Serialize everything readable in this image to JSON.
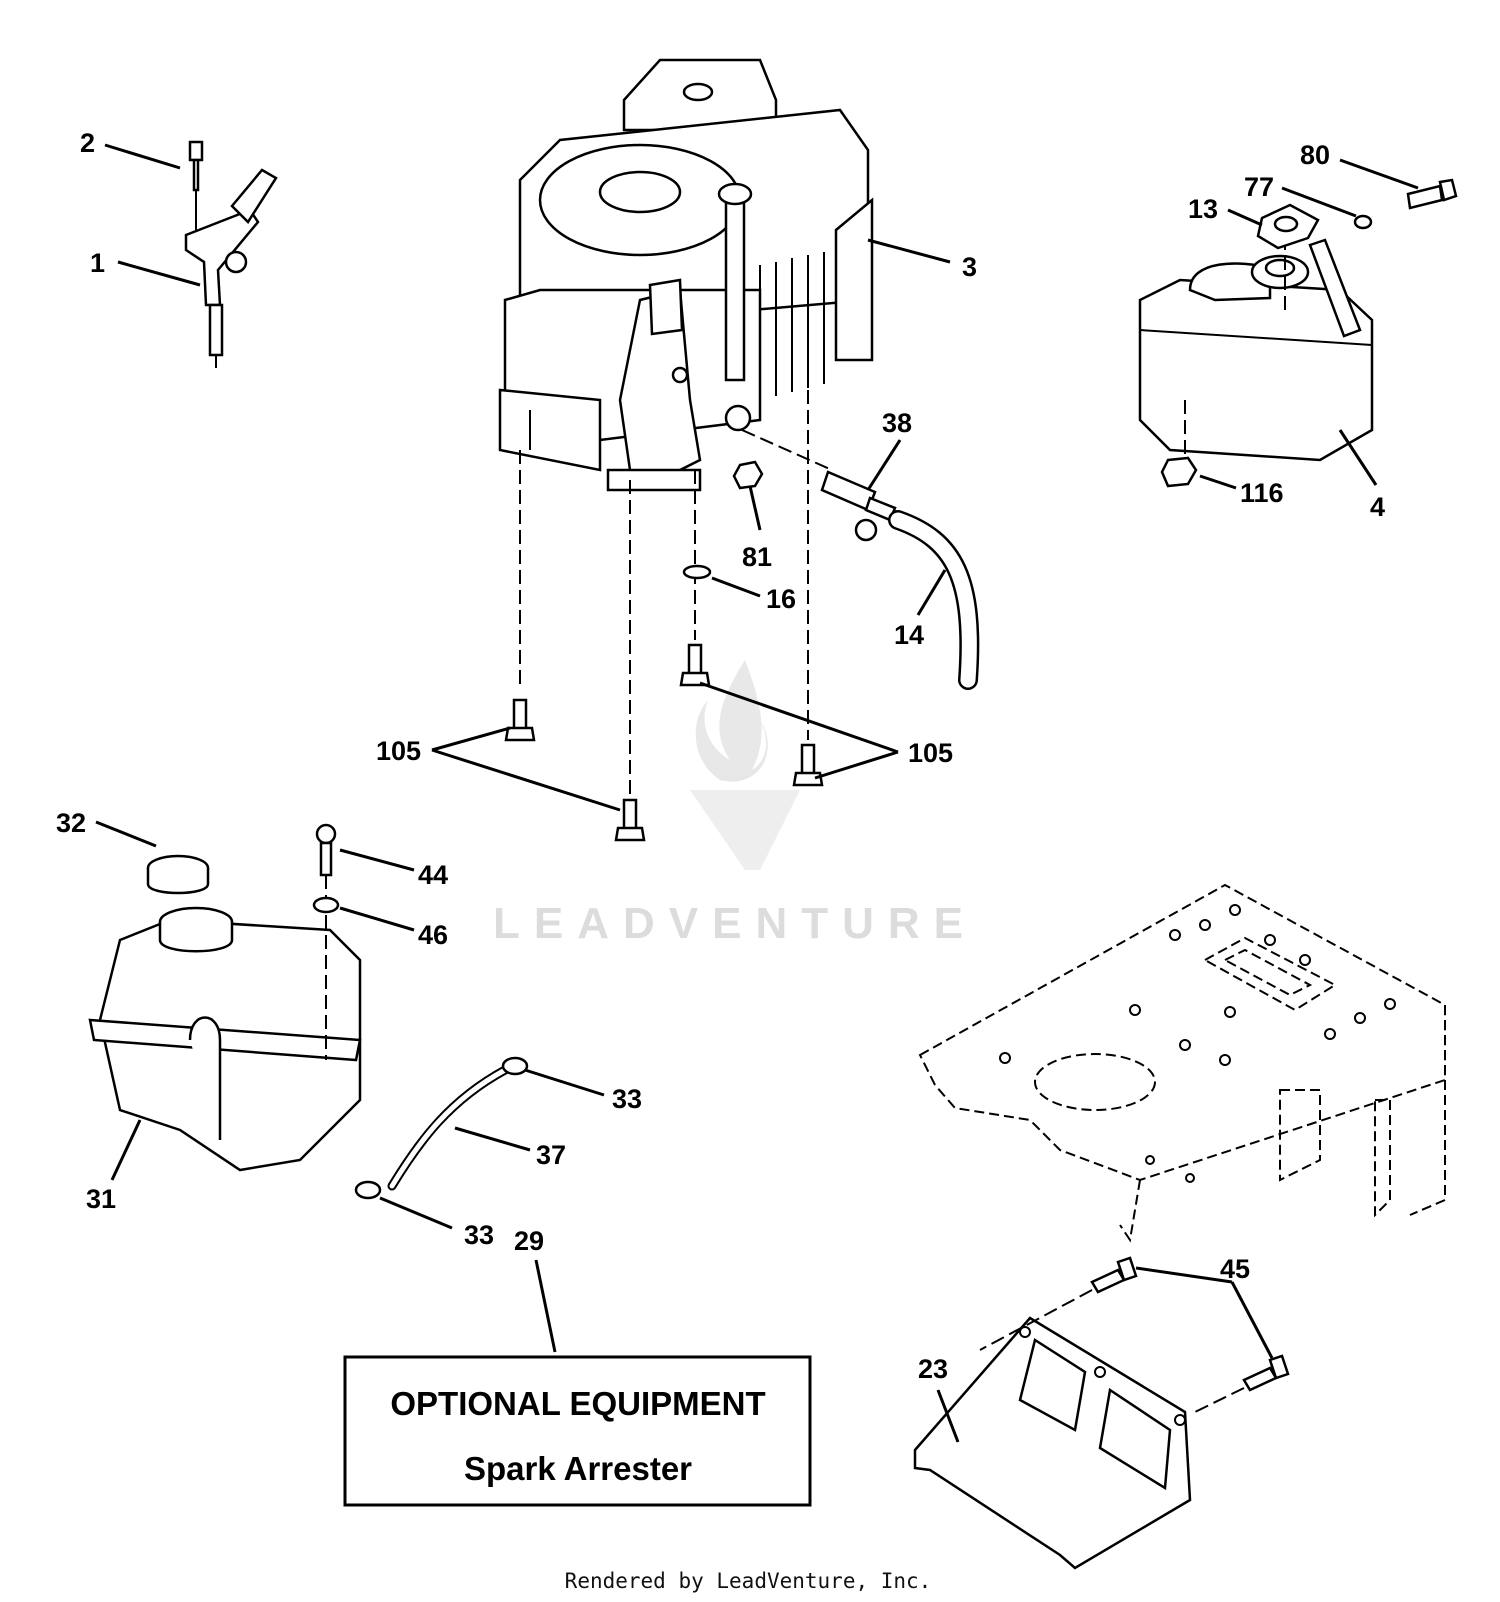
{
  "diagram": {
    "callouts": [
      "1",
      "2",
      "3",
      "4",
      "13",
      "77",
      "80",
      "116",
      "38",
      "81",
      "16",
      "14",
      "105",
      "105",
      "32",
      "44",
      "46",
      "31",
      "33",
      "37",
      "33",
      "29",
      "45",
      "23"
    ],
    "optional_box": {
      "title": "OPTIONAL EQUIPMENT",
      "subtitle": "Spark Arrester"
    },
    "watermark": "LEADVENTURE",
    "footer": "Rendered by LeadVenture, Inc."
  }
}
